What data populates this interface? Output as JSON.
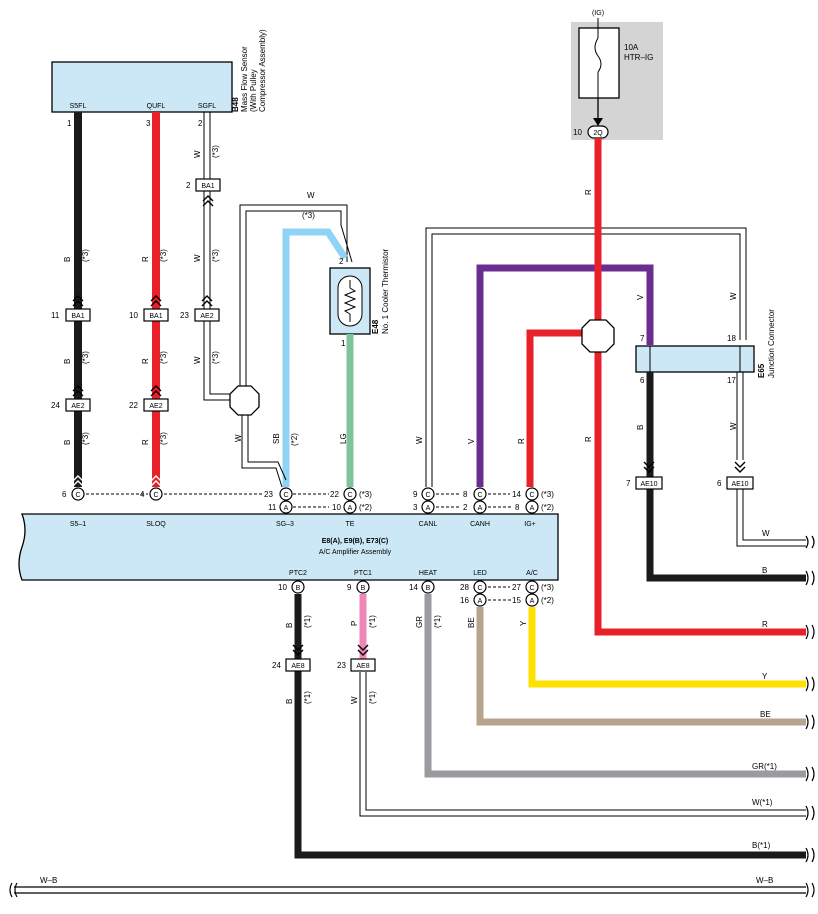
{
  "components": {
    "mass_flow_sensor": {
      "id": "B48",
      "name_lines": [
        "Mass Flow Sensor",
        "(With Pulley",
        "Compressor Assembly)"
      ],
      "pins": [
        "S5FL",
        "QUFL",
        "SGFL"
      ],
      "pin_numbers": [
        "1",
        "3",
        "2"
      ]
    },
    "thermistor": {
      "id": "E48",
      "name": "No. 1 Cooler Thermistor",
      "pin_top": "2",
      "pin_bottom": "1"
    },
    "fuse": {
      "title": "(IG)",
      "rating": "10A",
      "name": "HTR–IG",
      "pin": "10",
      "connector": "2Q"
    },
    "junction": {
      "id": "E65",
      "name": "Junction Connector",
      "pins": [
        "7",
        "18",
        "6",
        "17"
      ]
    },
    "amplifier": {
      "ids": "E8(A), E9(B), E73(C)",
      "name": "A/C Amplifier Assembly",
      "top_pins": [
        "S5–1",
        "SLOQ",
        "SG–3",
        "TE",
        "CANL",
        "CANH",
        "IG+"
      ],
      "bottom_pins": [
        "PTC2",
        "PTC1",
        "HEAT",
        "LED",
        "A/C"
      ]
    }
  },
  "connectors": {
    "ba1_sgfl": {
      "pin": "2",
      "label": "BA1"
    },
    "ba1_a": {
      "pin": "11",
      "label": "BA1"
    },
    "ba1_b": {
      "pin": "10",
      "label": "BA1"
    },
    "ae2_a": {
      "pin": "23",
      "label": "AE2"
    },
    "ae2_b": {
      "pin": "24",
      "label": "AE2"
    },
    "ae2_c": {
      "pin": "22",
      "label": "AE2"
    },
    "ae10_a": {
      "pin": "7",
      "label": "AE10"
    },
    "ae10_b": {
      "pin": "6",
      "label": "AE10"
    },
    "ae8_a": {
      "pin": "24",
      "label": "AE8"
    },
    "ae8_b": {
      "pin": "23",
      "label": "AE8"
    }
  },
  "amp_terminals": {
    "s5": {
      "pin": "6",
      "letter": "C"
    },
    "sloq": {
      "pin": "4",
      "letter": "C"
    },
    "sg3_c": {
      "pin": "23",
      "letter": "C"
    },
    "sg3_a": {
      "pin": "11",
      "letter": "A"
    },
    "te_c": {
      "pin": "22",
      "letter": "C",
      "note": "(*3)"
    },
    "te_a": {
      "pin": "10",
      "letter": "A",
      "note": "(*2)"
    },
    "canl_c": {
      "pin": "9",
      "letter": "C"
    },
    "canl_a": {
      "pin": "3",
      "letter": "A"
    },
    "canh_c": {
      "pin": "8",
      "letter": "C"
    },
    "canh_a": {
      "pin": "2",
      "letter": "A"
    },
    "ig_c": {
      "pin": "14",
      "letter": "C",
      "note": "(*3)"
    },
    "ig_a": {
      "pin": "8",
      "letter": "A",
      "note": "(*2)"
    },
    "ptc2": {
      "pin": "10",
      "letter": "B"
    },
    "ptc1": {
      "pin": "9",
      "letter": "B"
    },
    "heat": {
      "pin": "14",
      "letter": "B"
    },
    "led_c": {
      "pin": "28",
      "letter": "C"
    },
    "led_a": {
      "pin": "16",
      "letter": "A"
    },
    "ac_c": {
      "pin": "27",
      "letter": "C",
      "note": "(*3)"
    },
    "ac_a": {
      "pin": "15",
      "letter": "A",
      "note": "(*2)"
    }
  },
  "wire_labels": {
    "B": "B",
    "R": "R",
    "W": "W",
    "SB": "SB",
    "LG": "LG",
    "V": "V",
    "P": "P",
    "GR": "GR",
    "BE": "BE",
    "Y": "Y",
    "note1": "(*1)",
    "note2": "(*2)",
    "note3": "(*3)"
  },
  "right_labels": [
    "W",
    "B",
    "R",
    "Y",
    "BE",
    "GR(*1)",
    "W(*1)",
    "B(*1)"
  ],
  "bus_label": "W–B",
  "colors": {
    "black": "#1a1a1a",
    "red": "#e8202a",
    "sky_blue": "#8fd3f5",
    "light_green": "#7dc49a",
    "violet": "#6b2d8f",
    "pink": "#ef85b8",
    "gray": "#9a9a9f",
    "beige": "#b8a38c",
    "yellow": "#ffe100",
    "component_fill": "#cce7f5",
    "fuse_panel": "#d4d4d4"
  },
  "icons": [
    "fuse-icon",
    "thermistor-icon",
    "splice-icon",
    "connector-arrow-icon"
  ]
}
